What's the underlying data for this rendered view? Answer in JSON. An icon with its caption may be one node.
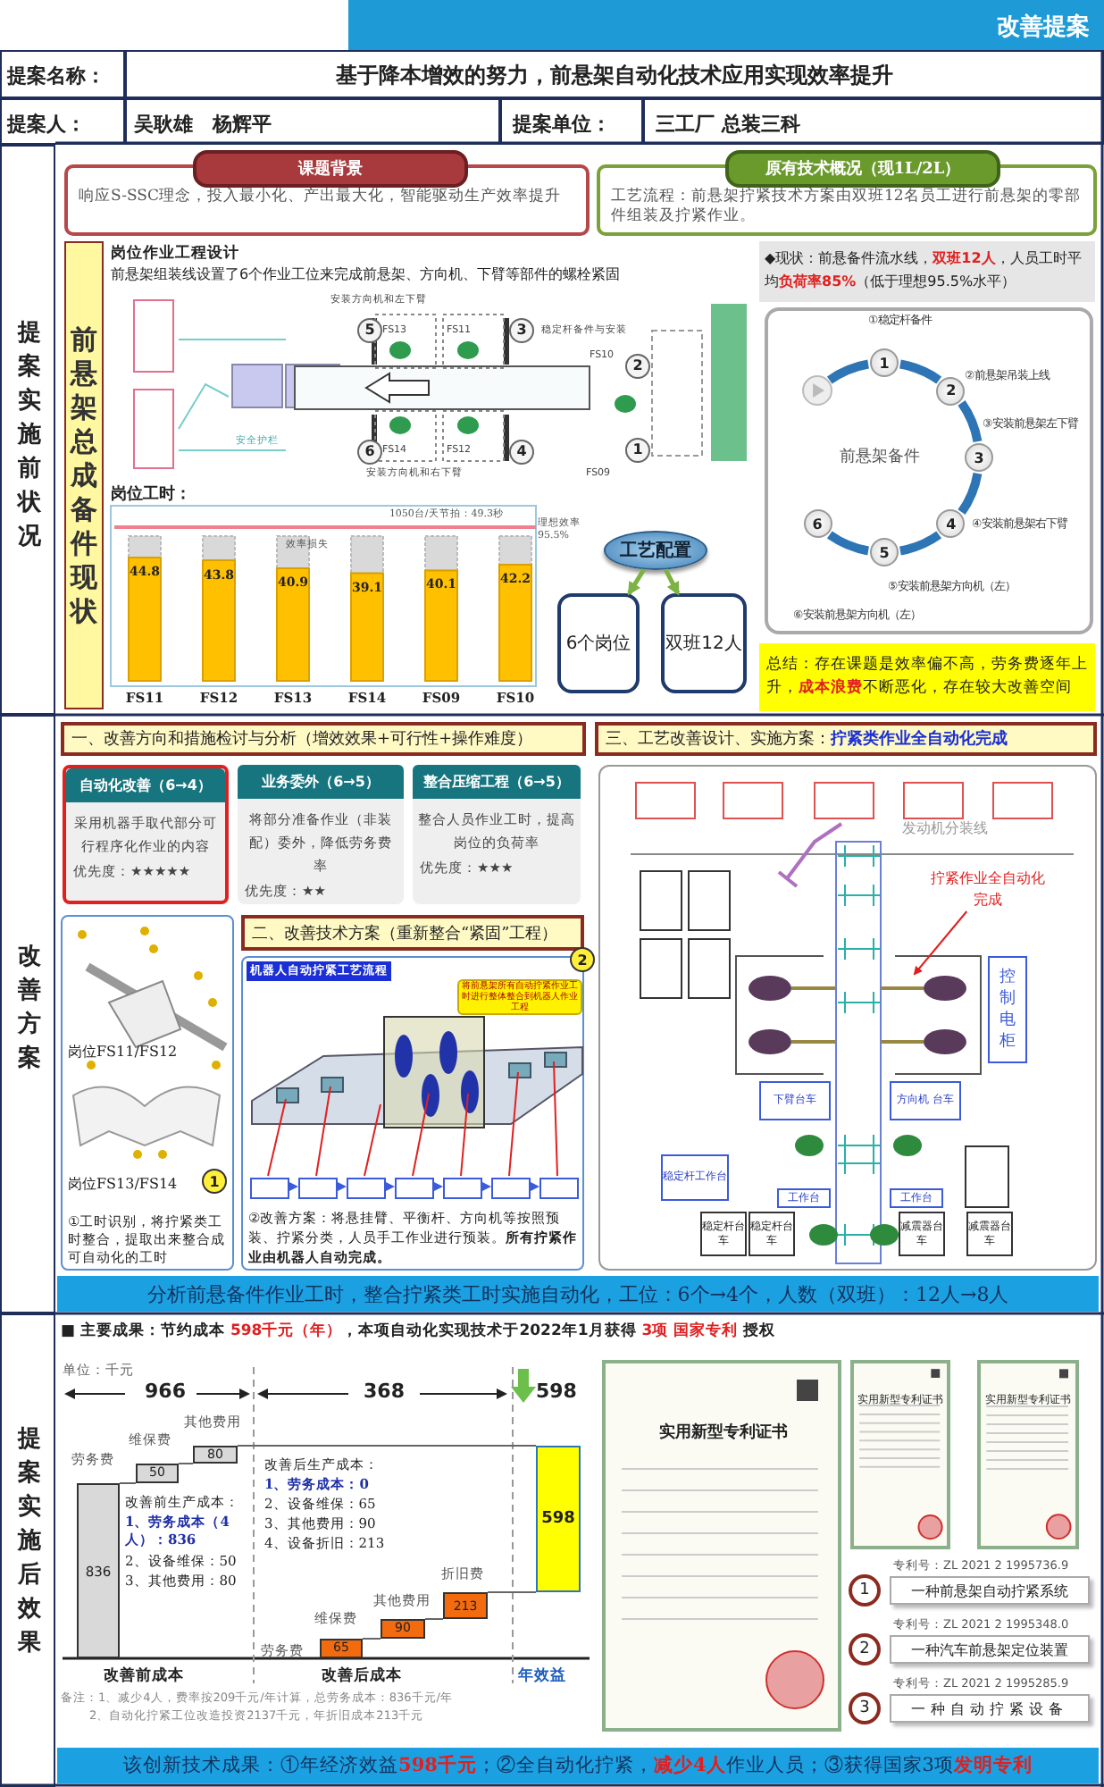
{
  "diagram": {
    "nodes": [
      {
        "text": [
          "课题背景",
          "响应S-SSC理念，投入最小化、产出最大化，智能驱动生产效率提升"
        ]
      },
      {
        "text": [
          "原有技术概况（现1L/2L）",
          "工艺流程：前悬架拧紧技术方案由双班12名员工进行前悬架的零部件组装及拧紧作业。"
        ]
      },
      {
        "text": [
          "前悬架总成备件现状"
        ]
      },
      {
        "text": [
          "工艺配置"
        ]
      },
      {
        "text": [
          "6个岗位"
        ]
      },
      {
        "text": [
          "双班12人"
        ]
      },
      {
        "text": [
          "1"
        ],
        "beside": [
          "①稳定杆备件"
        ]
      },
      {
        "text": [
          "2"
        ],
        "beside": [
          "②前悬架吊装上线"
        ]
      },
      {
        "text": [
          "3"
        ],
        "beside": [
          "③安装前悬架左下臂"
        ]
      },
      {
        "text": [
          "4"
        ],
        "beside": [
          "④安装前悬架右下臂"
        ]
      },
      {
        "text": [
          "5"
        ],
        "beside": [
          "⑤安装前悬架方向机（左）"
        ]
      },
      {
        "text": [
          "6"
        ]
      },
      {
        "text": [
          "总结：存在课题是效率偏不高，劳务费逐年上升，**成本浪费**不断恶化，存在较大改善空间"
        ]
      },
      {
        "text": [
          "一、改善方向和措施检讨与分析（增效效果+可行性+操作难度）"
        ]
      },
      {
        "text": [
          "自动化改善（6→4）",
          "采用机器手取代部分可行程序化作业的内容",
          "优先度：★★★★★"
        ]
      },
      {
        "text": [
          "业务委外（6→5）",
          "将部分准备作业（非装配）委外，降低劳务费率",
          "优先度：★★"
        ]
      },
      {
        "text": [
          "整合压缩工程（6→5）",
          "整合人员作业工时，提高岗位的负荷率",
          "优先度：★★★"
        ]
      },
      {
        "text": [
          "岗位FS11/FS12",
          "岗位FS13/FS14",
          "①工时识别，将拧紧类工时整合，提取出来整合成可自动化的工时"
        ]
      },
      {
        "text": [
          "1"
        ],
        "in": 17
      },
      {
        "text": [
          "二、改善技术方案（重新整合“紧固”工程）"
        ]
      },
      {
        "text": [
          "机器人自动拧紧工艺流程",
          "②改善方案：将悬挂臂、平衡杆、方向机等按照预装、拧紧分类，人员手工作业进行预装。**所有拧紧作业由机器人自动完成。**"
        ]
      },
      {
        "text": [
          "2"
        ],
        "in": 20
      },
      {
        "text": [
          "将前悬架所有自动拧紧作业工时进行整体整合到机器人作业工程"
        ],
        "in": 20
      },
      {
        "text": [],
        "shape": "box",
        "in": 20
      },
      {
        "text": [],
        "shape": "box",
        "in": 20
      },
      {
        "text": [],
        "shape": "box",
        "in": 20
      },
      {
        "text": [],
        "shape": "box",
        "in": 20
      },
      {
        "text": [],
        "shape": "box",
        "in": 20
      },
      {
        "text": [],
        "shape": "box",
        "in": 20
      },
      {
        "text": [],
        "shape": "box",
        "in": 20
      },
      {
        "text": [
          "三、工艺改善设计、实施方案：**拧紧类作业全自动化完成**"
        ]
      },
      {
        "text": [],
        "shape": "box"
      },
      {
        "text": [
          "控制电柜"
        ],
        "in": 31
      },
      {
        "text": [
          "下臂台车"
        ],
        "in": 31
      },
      {
        "text": [
          "方向机 台车"
        ],
        "in": 31
      },
      {
        "text": [
          "稳定杆工作台"
        ],
        "in": 31
      },
      {
        "text": [
          "工作台"
        ],
        "in": 31
      },
      {
        "text": [
          "工作台"
        ],
        "in": 31
      },
      {
        "text": [
          "稳定杆台车"
        ],
        "in": 31
      },
      {
        "text": [
          "稳定杆台车"
        ],
        "in": 31
      },
      {
        "text": [
          "减震器台车"
        ],
        "in": 31
      },
      {
        "text": [
          "减震器台车"
        ],
        "in": 31
      },
      {
        "text": [],
        "shape": "box",
        "in": 31
      },
      {
        "text": [],
        "shape": "box",
        "in": 31
      },
      {
        "text": [],
        "shape": "box",
        "in": 31
      },
      {
        "text": [],
        "shape": "box",
        "in": 31
      },
      {
        "text": [],
        "shape": "box",
        "in": 31
      },
      {
        "text": [
          "拧紧作业全自动化完成"
        ],
        "in": 31
      },
      {
        "text": [
          "分析前悬备件作业工时，整合拧紧类工时实施自动化，工位：6个→4个，人数（双班）：12人→8人"
        ]
      },
      {
        "text": [
          "836"
        ],
        "beside": [
          "劳务费"
        ]
      },
      {
        "text": [
          "50"
        ],
        "beside": [
          "维保费"
        ]
      },
      {
        "text": [
          "80"
        ],
        "beside": [
          "其他费用"
        ]
      },
      {
        "text": [
          "598"
        ]
      },
      {
        "text": [
          "65"
        ],
        "beside": [
          "维保费"
        ]
      },
      {
        "text": [
          "90"
        ],
        "beside": [
          "其他费用"
        ]
      },
      {
        "text": [
          "213"
        ],
        "beside": [
          "折旧费"
        ]
      },
      {
        "text": [
          "1"
        ]
      },
      {
        "text": [
          "一种前悬架自动拧紧系统"
        ],
        "beside": [
          "专利号：ZL 2021 2 1995736.9"
        ]
      },
      {
        "text": [
          "2"
        ]
      },
      {
        "text": [
          "一种汽车前悬架定位装置"
        ],
        "beside": [
          "专利号：ZL 2021 2 1995348.0"
        ]
      },
      {
        "text": [
          "3"
        ]
      },
      {
        "text": [
          "一种自动拧紧设备"
        ],
        "beside": [
          "专利号：ZL 2021 2 1995285.9"
        ]
      },
      {
        "text": [
          "该创新技术成果：①年经济效益**598千元**；②全自动化拧紧，**减少4人**作业人员；③获得国家3项**发明专利**"
        ]
      }
    ],
    "edges": [
      {
        "from": 3,
        "to": 4,
        "arrow": "to",
        "style": "thick",
        "color": "#7cb342"
      },
      {
        "from": 3,
        "to": 5,
        "arrow": "to",
        "style": "thick",
        "color": "#7cb342"
      },
      {
        "from": 6,
        "to": 7,
        "arrow": "none",
        "style": "thick",
        "color": "#2e75b6"
      },
      {
        "from": 7,
        "to": 8,
        "arrow": "none",
        "style": "thick",
        "color": "#2e75b6"
      },
      {
        "from": 8,
        "to": 9,
        "arrow": "none",
        "style": "thick",
        "color": "#2e75b6"
      },
      {
        "from": 9,
        "to": 10,
        "arrow": "none",
        "style": "thick",
        "color": "#2e75b6"
      },
      {
        "from": 10,
        "to": 11,
        "arrow": "none",
        "style": "thick",
        "color": "#2e75b6"
      },
      {
        "from": 23,
        "to": 24,
        "arrow": "to",
        "color": "#3b5bdb"
      },
      {
        "from": 24,
        "to": 25,
        "arrow": "to",
        "color": "#3b5bdb"
      },
      {
        "from": 25,
        "to": 26,
        "arrow": "to",
        "color": "#3b5bdb"
      },
      {
        "from": 26,
        "to": 27,
        "arrow": "to",
        "color": "#3b5bdb"
      },
      {
        "from": 27,
        "to": 28,
        "arrow": "to",
        "color": "#3b5bdb"
      },
      {
        "from": 28,
        "to": 29,
        "arrow": "to",
        "color": "#3b5bdb"
      },
      {
        "from": 23,
        "to": null,
        "arrow": "none",
        "color": "#e02020"
      },
      {
        "from": 24,
        "to": null,
        "arrow": "none",
        "color": "#e02020"
      },
      {
        "from": 25,
        "to": null,
        "arrow": "none",
        "color": "#e02020"
      },
      {
        "from": 26,
        "to": null,
        "arrow": "none",
        "color": "#e02020"
      },
      {
        "from": 27,
        "to": null,
        "arrow": "none",
        "color": "#e02020"
      },
      {
        "from": 28,
        "to": null,
        "arrow": "none",
        "color": "#e02020"
      },
      {
        "from": 29,
        "to": null,
        "arrow": "none",
        "color": "#e02020"
      },
      {
        "from": 47,
        "to": null,
        "arrow": "to",
        "color": "#e02020"
      },
      {
        "from": 49,
        "to": 50,
        "arrow": "none",
        "color": "#666666"
      },
      {
        "from": 50,
        "to": 51,
        "arrow": "none",
        "color": "#666666"
      },
      {
        "from": 51,
        "to": 52,
        "arrow": "none",
        "color": "#666666"
      },
      {
        "from": 53,
        "to": 54,
        "arrow": "none",
        "color": "#666666"
      },
      {
        "from": 54,
        "to": 55,
        "arrow": "none",
        "color": "#666666"
      },
      {
        "from": 55,
        "to": 52,
        "arrow": "none",
        "color": "#666666"
      }
    ],
    "labels": [
      "改善提案",
      "提案名称：",
      "基于降本增效的努力，前悬架自动化技术应用实现效率提升",
      "提案人：",
      "吴耿雄　杨辉平",
      "提案单位：",
      "三工厂 总装三科",
      "提案实施前状况",
      "岗位作业工程设计",
      "前悬架组装线设置了6个作业工位来完成前悬架、方向机、下臂等部件的螺栓紧固",
      "安装方向机和左下臂",
      "5",
      "FS13",
      "FS11",
      "3",
      "稳定杆备件与安装",
      "FS10",
      "2",
      "安全护栏",
      "FS14",
      "FS12",
      "FS09",
      "6",
      "4",
      "1",
      "安装方向机和右下臂",
      "◆现状：前悬备件流水线，**双班12人**，人员工时平均**负荷率85%**（低于理想95.5%水平）",
      "前悬架备件",
      "改善方案",
      "发动机分装线",
      "提案实施后效果",
      "■ 主要成果：节约成本 **598千元（年）**，本项自动化实现技术于2022年1月获得 **3项 国家专利** 授权",
      "单位：千元",
      "966",
      "368",
      "598",
      "劳务费",
      "改善前生产成本：",
      "1、劳务成本（4人）：836",
      "2、设备维保：50",
      "3、其他费用：80",
      "改善后生产成本：",
      "1、劳务成本：0",
      "2、设备维保：65",
      "3、其他费用：90",
      "4、设备折旧：213",
      "改善前成本",
      "改善后成本",
      "年效益",
      "实用新型专利证书",
      "实用新型专利证书",
      "实用新型专利证书",
      "备注：1、减少4人，费率按209千元/年计算，总劳务成本：836千元/年",
      "2、自动化拧紧工位改造投资2137千元，年折旧成本213千元",
      "⑥安装前悬架方向机（左）"
    ],
    "chart_data": {
      "type": "bar",
      "title": "岗位工时：",
      "categories": [
        "FS11",
        "FS12",
        "FS13",
        "FS14",
        "FS09",
        "FS10"
      ],
      "values": [
        44.8,
        43.8,
        40.9,
        39.1,
        40.1,
        42.2
      ],
      "data_labels": true,
      "annotations": [
        "1050台/天节拍：49.3秒",
        "理想效率 95.5%",
        "效率损失"
      ]
    }
  }
}
